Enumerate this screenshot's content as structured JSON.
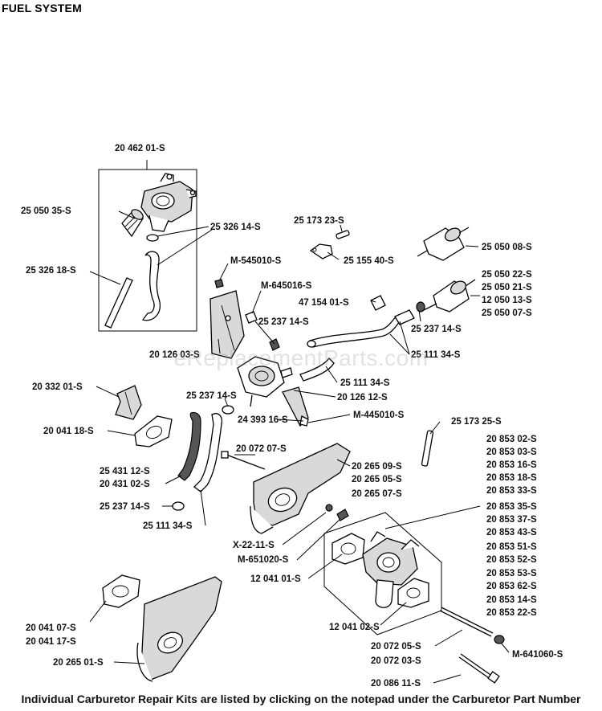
{
  "title": "FUEL SYSTEM",
  "watermark": "eReplacementParts.com",
  "footer_note": "Individual Carburetor Repair Kits are listed by clicking on the notepad under the Carburetor Part Number",
  "parts": {
    "p2046201": "20 462 01-S",
    "p2505035": "25 050 35-S",
    "p2532614": "25 326 14-S",
    "p2532618": "25 326 18-S",
    "p2517323": "25 173 23-S",
    "pM545010": "M-545010-S",
    "p2515540": "25 155 40-S",
    "p2505008": "25 050 08-S",
    "pM645016": "M-645016-S",
    "p4715401": "47 154 01-S",
    "fuel_filter_group": [
      "25 050 22-S",
      "25 050 21-S",
      "12 050 13-S",
      "25 050 07-S"
    ],
    "p2523714a": "25 237 14-S",
    "p2523714b": "25 237 14-S",
    "p2012603": "20 126 03-S",
    "p2511134a": "25 111 34-S",
    "p2511134b": "25 111 34-S",
    "p2033201": "20 332 01-S",
    "p2523714c": "25 237 14-S",
    "p2012612": "20 126 12-S",
    "p2439316": "24 393 16-S",
    "pM445010": "M-445010-S",
    "p2004118": "20 041 18-S",
    "p2517325": "25 173 25-S",
    "carburetor_group": [
      "20 853 02-S",
      "20 853 03-S",
      "20 853 16-S",
      "20 853 18-S",
      "20 853 33-S",
      "20 853 35-S",
      "20 853 37-S",
      "20 853 43-S",
      "20 853 51-S",
      "20 853 52-S",
      "20 853 53-S",
      "20 853 62-S",
      "20 853 14-S",
      "20 853 22-S"
    ],
    "p2007207": "20 072 07-S",
    "intake_group": [
      "20 265 09-S",
      "20 265 05-S",
      "20 265 07-S"
    ],
    "p2543112": "25 431 12-S",
    "p2043102": "20 431 02-S",
    "p2523714d": "25 237 14-S",
    "p2511134c": "25 111 34-S",
    "pX2211": "X-22-11-S",
    "pM651020": "M-651020-S",
    "p1204101": "12 041 01-S",
    "p1204102": "12 041 02-S",
    "gasket_group": [
      "20 041 07-S",
      "20 041 17-S"
    ],
    "p2026501": "20 265 01-S",
    "stud_group": [
      "20 072 05-S",
      "20 072 03-S"
    ],
    "pM641060": "M-641060-S",
    "p2008611": "20 086 11-S"
  }
}
